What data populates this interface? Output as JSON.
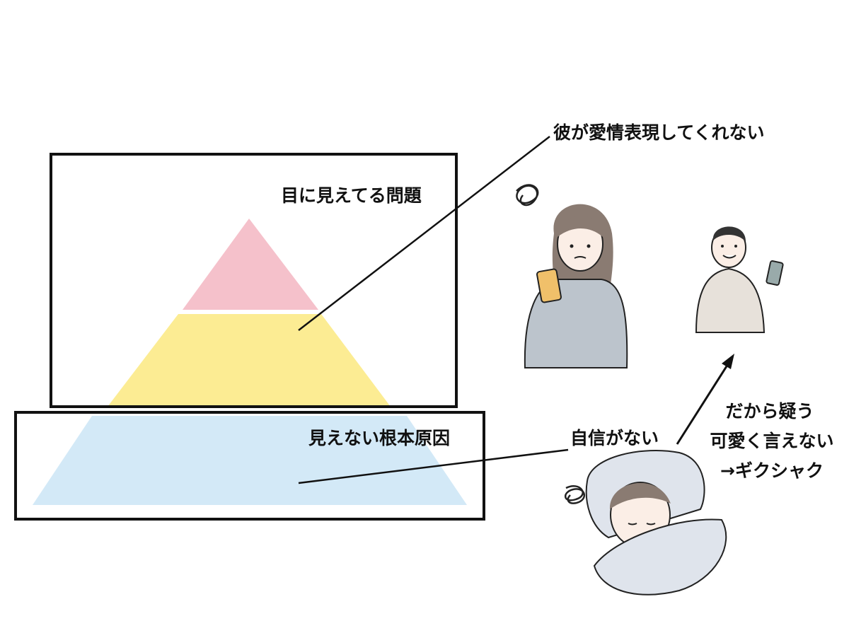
{
  "labels": {
    "visible_problem": "目に見えてる問題",
    "root_cause": "見えない根本原因",
    "no_affection": "彼が愛情表現してくれない",
    "no_confidence": "自信がない",
    "consequence": [
      "だから疑う",
      "可愛く言えない",
      "→ギクシャク"
    ]
  },
  "colors": {
    "top_tier": "#f5c1cb",
    "middle_tier": "#fcec93",
    "bottom_tier": "#d3e9f7",
    "frame": "#111111"
  }
}
